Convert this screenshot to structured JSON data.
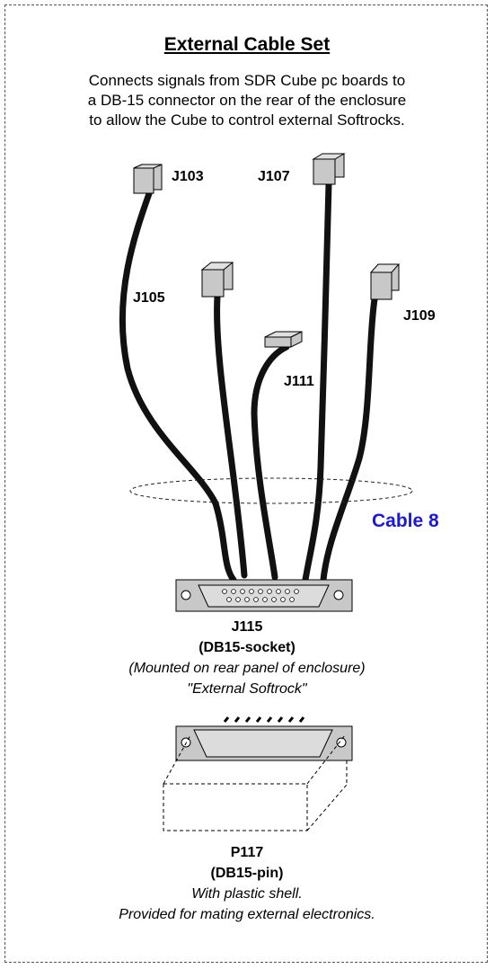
{
  "title": "External Cable Set",
  "description": [
    "Connects signals from SDR Cube pc boards to",
    "a DB-15  connector on the rear of the enclosure",
    "to allow the Cube to control external Softrocks."
  ],
  "connectors": {
    "j103": "J103",
    "j107": "J107",
    "j105": "J105",
    "j109": "J109",
    "j111": "J111"
  },
  "cable_label": "Cable 8",
  "j115": {
    "name": "J115",
    "type": "(DB15-socket)",
    "note": "(Mounted on rear panel of enclosure)",
    "caption": "\"External Softrock\""
  },
  "p117": {
    "name": "P117",
    "type": "(DB15-pin)",
    "note1": "With plastic shell.",
    "note2": "Provided for mating external electronics."
  },
  "colors": {
    "connector_fill": "#c8c8c8",
    "cable_label": "#1a1ad6",
    "wire": "#111111"
  }
}
